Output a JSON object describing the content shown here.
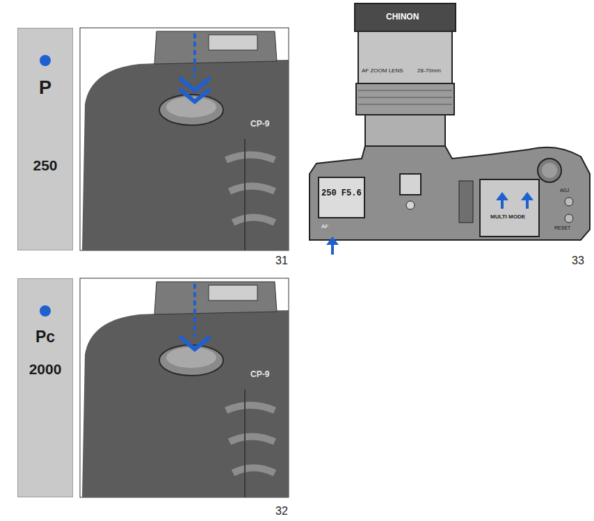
{
  "diagram": {
    "nodes": [
      {
        "text": [
          "P",
          "250"
        ]
      },
      {
        "text": [
          "Pc",
          "2000"
        ]
      }
    ],
    "labels": [
      "31",
      "32",
      "CP-9",
      "CP-9",
      "CHINON",
      "AF ZOOM LENS",
      "28-70mm",
      "250 F5.6",
      "AF",
      "MULTI MODE",
      "ADJ",
      "RESET",
      "33"
    ]
  }
}
